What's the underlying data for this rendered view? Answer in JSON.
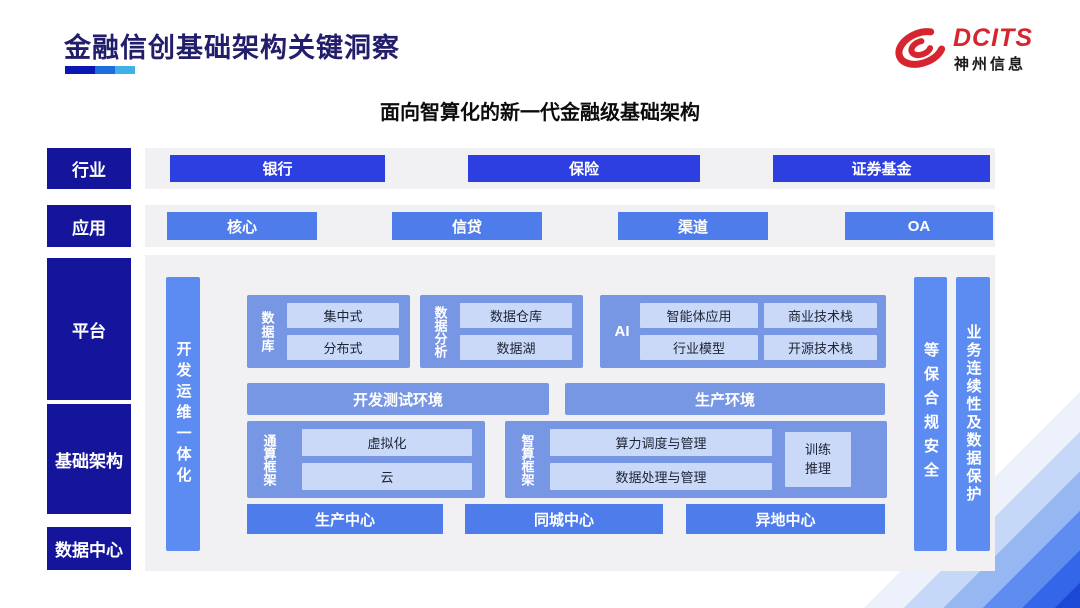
{
  "slide": {
    "title": "金融信创基础架构关键洞察",
    "subtitle": "面向智算化的新一代金融级基础架构",
    "logo": {
      "brand": "DCITS",
      "company": "神州信息"
    }
  },
  "rows": {
    "industry": {
      "label": "行业",
      "items": [
        "银行",
        "保险",
        "证券基金"
      ]
    },
    "application": {
      "label": "应用",
      "items": [
        "核心",
        "信贷",
        "渠道",
        "OA"
      ]
    },
    "platform_label": "平台",
    "infrastructure_label": "基础架构",
    "datacenter_label": "数据中心"
  },
  "platform": {
    "devops_bar": "开发运维一体化",
    "security_bar": "等保合规安全",
    "continuity_bar": "业务连续性及数据保护",
    "database": {
      "label": "数据库",
      "items": [
        "集中式",
        "分布式"
      ]
    },
    "analysis": {
      "label": "数据分析",
      "items": [
        "数据仓库",
        "数据湖"
      ]
    },
    "ai": {
      "label": "AI",
      "items": [
        "智能体应用",
        "商业技术栈",
        "行业模型",
        "开源技术栈"
      ]
    },
    "environments": [
      "开发测试环境",
      "生产环境"
    ],
    "general_framework": {
      "label": "通算框架",
      "items": [
        "虚拟化",
        "云"
      ]
    },
    "smart_framework": {
      "label": "智算框架",
      "items": [
        "算力调度与管理",
        "数据处理与管理"
      ],
      "side_item": "训练推理"
    },
    "centers": [
      "生产中心",
      "同城中心",
      "异地中心"
    ]
  },
  "colors": {
    "title_navy": "#221E6B",
    "dark_label": "#15159B",
    "industry_button": "#2E3FE2",
    "app_button": "#4E7DEB",
    "section_blue": "#7796E4",
    "inner_chip": "#CBD9F8",
    "side_bar_blue": "#5C8CF1",
    "panel_gray": "#F1F1F3",
    "logo_red": "#D7252F",
    "underline": [
      "#0A17B4",
      "#1D6FE0",
      "#3FB0E8"
    ]
  }
}
